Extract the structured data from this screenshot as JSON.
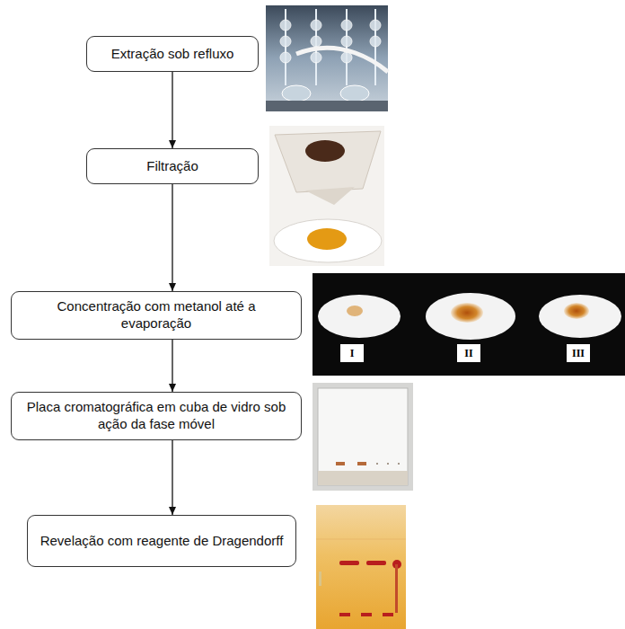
{
  "diagram": {
    "nodes": [
      {
        "text": [
          "Extração sob refluxo"
        ]
      },
      {
        "text": [
          "Filtração"
        ]
      },
      {
        "text": [
          "Concentração com metanol até a evaporação"
        ]
      },
      {
        "text": [
          "Placa cromatográfica em cuba de vidro sob ação da fase móvel"
        ]
      },
      {
        "text": [
          "Revelação com reagente de Dragendorff"
        ]
      }
    ],
    "edges": [
      {
        "from": 0,
        "to": 1,
        "arrow": "to"
      },
      {
        "from": 1,
        "to": 2,
        "arrow": "to"
      },
      {
        "from": 2,
        "to": 3,
        "arrow": "to"
      },
      {
        "from": 3,
        "to": 4,
        "arrow": "to"
      }
    ],
    "labels": [
      "I",
      "II",
      "III"
    ]
  }
}
